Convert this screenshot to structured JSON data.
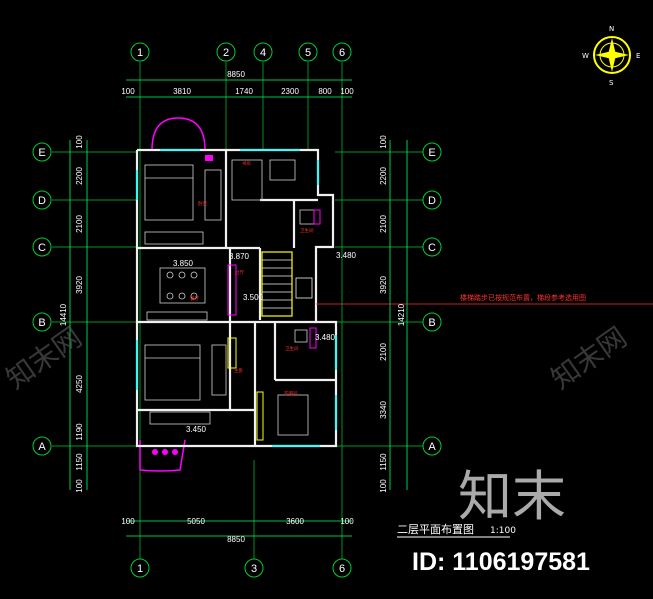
{
  "title": "二层平面布置图",
  "scale": "1:100",
  "watermark": "知末",
  "watermark_small": "知末网",
  "id_label": "ID: 1106197581",
  "note": "楼梯踏步已按规范布置，梯段参考选用图",
  "compass": {
    "n": "N",
    "s": "S",
    "e": "E",
    "w": "W"
  },
  "axes_top": [
    "1",
    "2",
    "4",
    "5",
    "6"
  ],
  "axes_bottom": [
    "1",
    "3",
    "6"
  ],
  "axes_left": [
    "E",
    "D",
    "C",
    "B",
    "A"
  ],
  "axes_right": [
    "E",
    "D",
    "C",
    "B",
    "A"
  ],
  "dims_top_total": "8850",
  "dims_top": [
    "100",
    "3810",
    "1740",
    "2300",
    "800",
    "100"
  ],
  "dims_bottom_total": "8850",
  "dims_bottom": [
    "100",
    "5050",
    "3600",
    "100"
  ],
  "dims_left_total": "14410",
  "dims_left": [
    "100",
    "2200",
    "2100",
    "3920",
    "4250",
    "1190",
    "1150",
    "100"
  ],
  "dims_right_total": "14210",
  "dims_right": [
    "100",
    "2200",
    "2100",
    "3920",
    "2100",
    "3340",
    "1150",
    "100"
  ],
  "levels": [
    "3.850",
    "3.870",
    "3.500",
    "3.480",
    "3.480",
    "3.450"
  ],
  "colors": {
    "wall": "#f0f0f0",
    "axis": "#00cc33",
    "dim": "#00ff66",
    "label": "#ffffff",
    "room_label": "#ff3030",
    "furniture": "#d0d0d0",
    "accent": "#ff00ff",
    "cyan": "#00ffff",
    "yellow": "#ffff00"
  }
}
